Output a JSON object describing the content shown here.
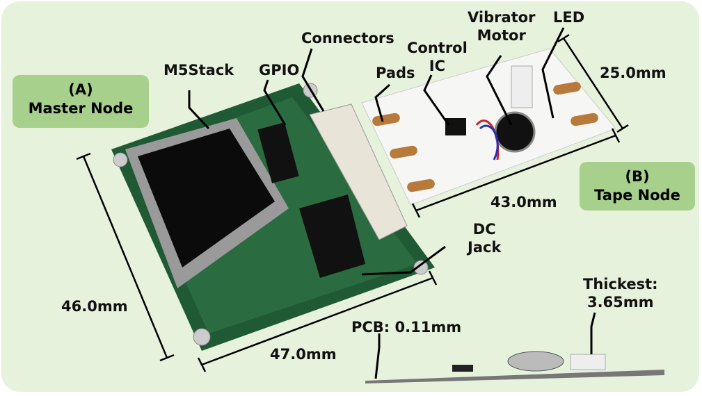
{
  "master_box": {
    "line1": "(A)",
    "line2": "Master Node"
  },
  "tape_box": {
    "line1": "(B)",
    "line2": "Tape Node"
  },
  "labels": {
    "m5stack": "M5Stack",
    "gpio": "GPIO",
    "connectors": "Connectors",
    "dc_jack_1": "DC",
    "dc_jack_2": "Jack",
    "pads": "Pads",
    "control_ic_1": "Control",
    "control_ic_2": "IC",
    "vibrator_1": "Vibrator",
    "vibrator_2": "Motor",
    "led": "LED",
    "pcb": "PCB: 0.11mm",
    "thickest_1": "Thickest:",
    "thickest_2": "3.65mm"
  },
  "dimensions": {
    "master_height": "46.0mm",
    "master_width": "47.0mm",
    "tape_width": "43.0mm",
    "tape_height": "25.0mm"
  }
}
